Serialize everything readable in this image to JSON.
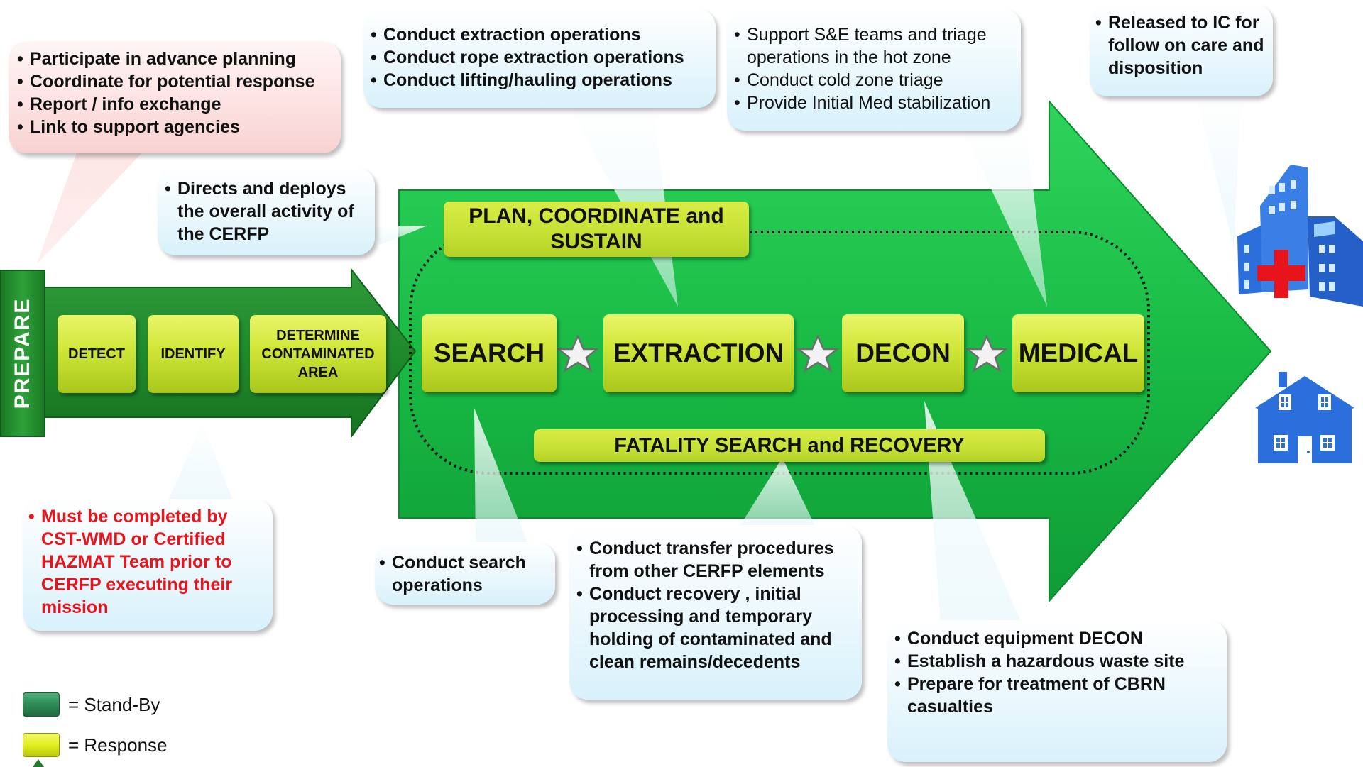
{
  "prepare_label": "PREPARE",
  "standby_steps": [
    "DETECT",
    "IDENTIFY",
    "DETERMINE CONTAMINATED AREA"
  ],
  "plan_box": "PLAN, COORDINATE and SUSTAIN",
  "response_steps": [
    "SEARCH",
    "EXTRACTION",
    "DECON",
    "MEDICAL"
  ],
  "fatality_box": "FATALITY SEARCH and RECOVERY",
  "callouts": {
    "prepare": [
      "Participate in advance planning",
      "Coordinate for potential response",
      "Report / info exchange",
      "Link to support agencies"
    ],
    "plan": [
      "Directs and deploys the overall activity of the CERFP"
    ],
    "extraction": [
      "Conduct extraction operations",
      "Conduct rope extraction operations",
      "Conduct lifting/hauling operations"
    ],
    "medical": [
      "Support S&E teams and triage operations in the hot zone",
      "Conduct cold zone triage",
      " Provide Initial Med stabilization"
    ],
    "released": [
      "Released to IC for follow on care and disposition"
    ],
    "must": [
      "Must be completed by CST-WMD or Certified HAZMAT Team prior to CERFP executing their mission"
    ],
    "search": [
      "Conduct search operations"
    ],
    "fatality": [
      "Conduct transfer procedures from other CERFP elements",
      "Conduct recovery , initial processing and temporary holding of contaminated and clean remains/decedents"
    ],
    "decon": [
      "Conduct equipment DECON",
      "Establish a hazardous waste site",
      "Prepare for treatment of CBRN casualties"
    ]
  },
  "legend": [
    {
      "label": "= Stand-By",
      "color": "#2e8b57"
    },
    {
      "label": "= Response",
      "color": "#e2ef1e"
    }
  ],
  "colors": {
    "arrow_green": "#1fbf4a",
    "dark_green": "#1f7a2a",
    "response_yellow": "#cfe637",
    "medical_red": "#e8141b",
    "building_blue": "#2a6fdc"
  },
  "icons": [
    "star-icon",
    "hospital-icon",
    "house-icon"
  ]
}
